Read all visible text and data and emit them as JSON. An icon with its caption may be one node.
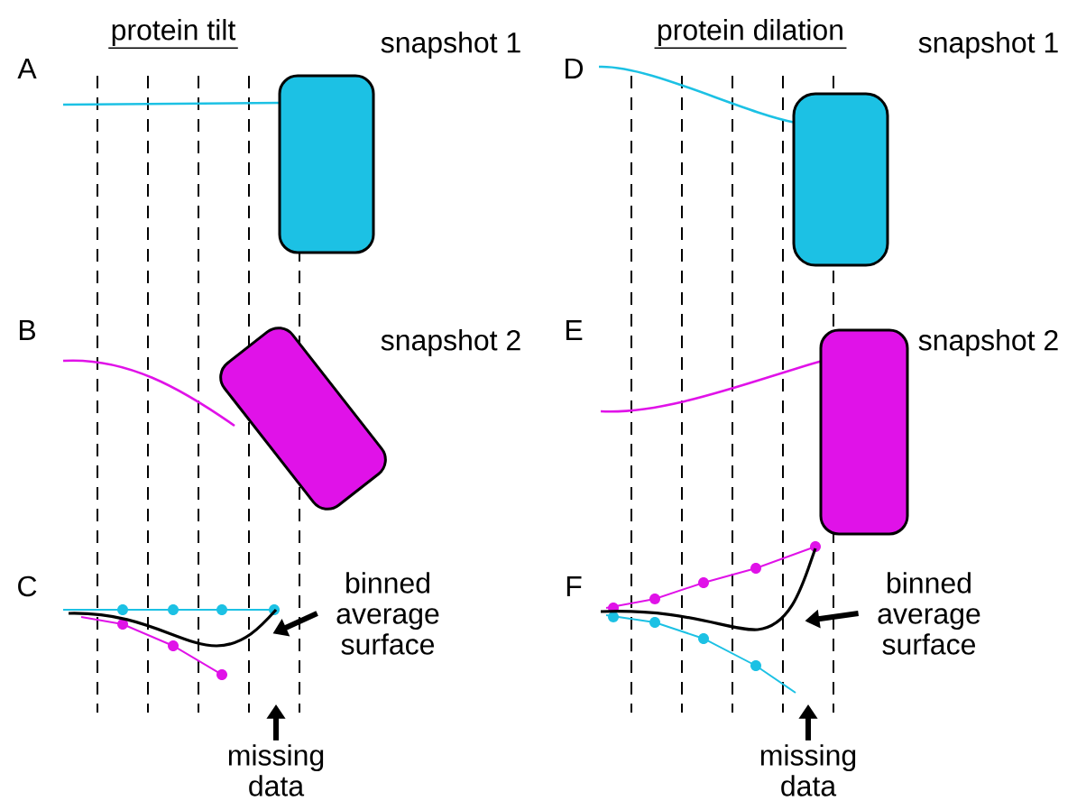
{
  "diagram": {
    "nodes": [
      {
        "text": [
          "binned average surface"
        ]
      },
      {
        "text": [
          "missing data"
        ]
      },
      {
        "text": [
          "binned average surface"
        ]
      },
      {
        "text": [
          "missing data"
        ]
      },
      {
        "text": [],
        "shape": "curve"
      },
      {
        "text": [],
        "shape": "curve"
      }
    ],
    "edges": [
      {
        "from": 0,
        "to": 4,
        "arrow": "to"
      },
      {
        "from": 1,
        "to": null,
        "arrow": "to"
      },
      {
        "from": 2,
        "to": 5,
        "arrow": "to"
      },
      {
        "from": 3,
        "to": null,
        "arrow": "to"
      }
    ],
    "labels": [
      "protein tilt",
      "protein dilation",
      "A",
      "snapshot 1",
      "D",
      "snapshot 1",
      "B",
      "snapshot 2",
      "E",
      "snapshot 2",
      "C",
      "F"
    ]
  }
}
